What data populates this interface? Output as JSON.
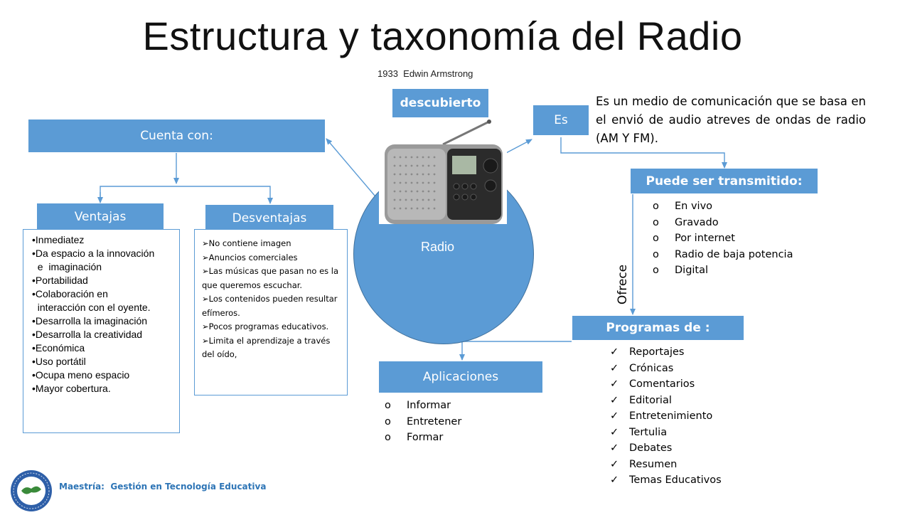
{
  "title": "Estructura y taxonomía del Radio",
  "discovery_note": "1933  Edwin Armstrong",
  "center": {
    "label": "Radio"
  },
  "boxes": {
    "descubierto": "descubierto",
    "es": "Es",
    "cuenta_con": "Cuenta con:",
    "ventajas": "Ventajas",
    "desventajas": "Desventajas",
    "puede_ser": "Puede ser transmitido:",
    "programas": "Programas de :",
    "aplicaciones": "Aplicaciones"
  },
  "definition": "Es un medio de comunicación que se basa en el envió de audio atreves de ondas de radio (AM Y FM).",
  "ofrece_label": "Ofrece",
  "ventajas_items": [
    "Inmediatez",
    "Da espacio a la innovación",
    "  e  imaginación",
    "Portabilidad",
    "Colaboración en",
    "  interacción con el oyente.",
    "Desarrolla la imaginación",
    "Desarrolla la creatividad",
    "Económica",
    "Uso portátil",
    "Ocupa meno espacio",
    "Mayor cobertura."
  ],
  "desventajas_items": [
    "No contiene imagen",
    "Anuncios comerciales",
    "Las músicas que pasan no es la que queremos escuchar.",
    "Los contenidos pueden resultar efímeros.",
    "Pocos programas educativos.",
    "Limita el aprendizaje a través del oído,"
  ],
  "transmitido_items": [
    "En vivo",
    "Gravado",
    "Por internet",
    "Radio de baja potencia",
    "Digital"
  ],
  "programas_items": [
    "Reportajes",
    "Crónicas",
    "Comentarios",
    "Editorial",
    "Entretenimiento",
    "Tertulia",
    "Debates",
    "Resumen",
    "Temas Educativos"
  ],
  "aplicaciones_items": [
    "Informar",
    "Entretener",
    "Formar"
  ],
  "footer": "Maestría:  Gestión en Tecnología Educativa",
  "colors": {
    "accent": "#5b9bd5",
    "footer_text": "#2e75b6"
  }
}
